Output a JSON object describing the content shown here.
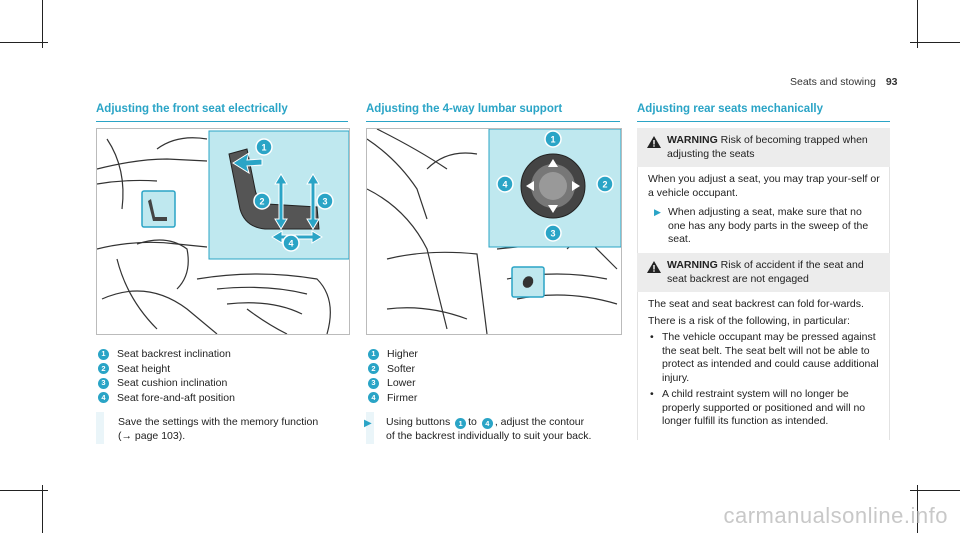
{
  "header": {
    "section": "Seats and stowing",
    "page_number": "93"
  },
  "column1": {
    "title": "Adjusting the front seat electrically",
    "legend": [
      {
        "n": "1",
        "text": "Seat backrest inclination"
      },
      {
        "n": "2",
        "text": "Seat height"
      },
      {
        "n": "3",
        "text": "Seat cushion inclination"
      },
      {
        "n": "4",
        "text": "Seat fore-and-aft position"
      }
    ],
    "step_line1": "Save the settings with the memory function",
    "step_line2": "(→ page 103)."
  },
  "column2": {
    "title": "Adjusting the 4-way lumbar support",
    "legend": [
      {
        "n": "1",
        "text": "Higher"
      },
      {
        "n": "2",
        "text": "Softer"
      },
      {
        "n": "3",
        "text": "Lower"
      },
      {
        "n": "4",
        "text": "Firmer"
      }
    ],
    "step_pre": "Using buttons",
    "step_n1": "1",
    "step_to": "to",
    "step_n4": "4",
    "step_post": ", adjust the contour",
    "step_line2": "of the backrest individually to suit your back."
  },
  "column3": {
    "title": "Adjusting rear seats mechanically",
    "warning1": {
      "label": "WARNING",
      "head": "Risk of becoming trapped when adjusting the seats",
      "body": "When you adjust a seat, you may trap your-self or a vehicle occupant.",
      "step": "When adjusting a seat, make sure that no one has any body parts in the sweep of the seat."
    },
    "warning2": {
      "label": "WARNING",
      "head": "Risk of accident if the seat and seat backrest are not engaged",
      "body1": "The seat and seat backrest can fold for-wards.",
      "body2": "There is a risk of the following, in particular:",
      "bullets": [
        "The vehicle occupant may be pressed against the seat belt. The seat belt will not be able to protect as intended and could cause additional injury.",
        "A child restraint system will no longer be properly supported or positioned and will no longer fulfill its function as intended."
      ]
    }
  },
  "watermark": "carmanualsonline.info",
  "colors": {
    "accent": "#2aa4c6",
    "highlight": "#bfe8ef"
  }
}
